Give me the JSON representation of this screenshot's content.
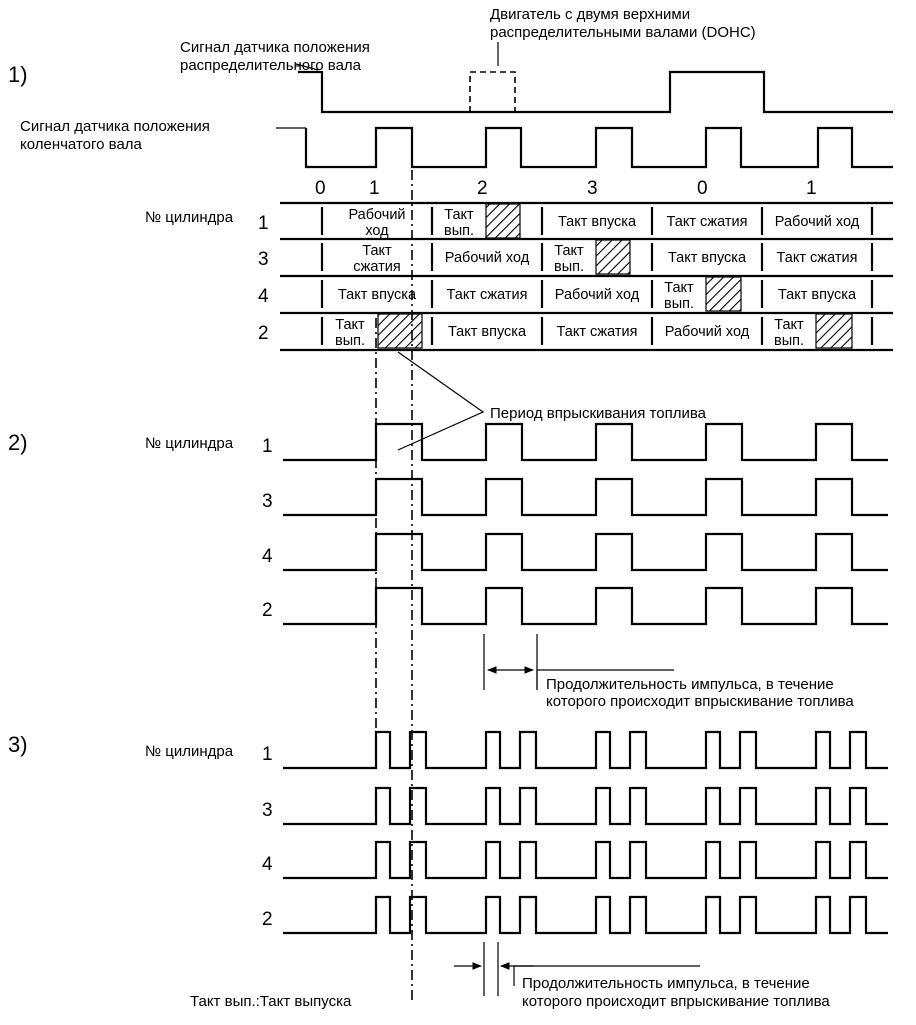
{
  "sections": [
    "1)",
    "2)",
    "3)"
  ],
  "dohc_label": [
    "Двигатель с двумя верхними",
    "распределительными валами (DOHC)"
  ],
  "cam_signal_label": [
    "Сигнал датчика положения",
    "распределительного вала"
  ],
  "crank_signal_label": [
    "Сигнал датчика положения",
    "коленчатого вала"
  ],
  "crank_numbers": [
    "0",
    "1",
    "2",
    "3",
    "0",
    "1"
  ],
  "cylinder_label": "№ цилиндра",
  "cylinders": [
    "1",
    "3",
    "4",
    "2"
  ],
  "table_rows": [
    {
      "cyl": "1",
      "cells": [
        "Рабочий|ход",
        "Такт|вып.",
        "Такт впуска",
        "Такт сжатия",
        "Рабочий ход"
      ]
    },
    {
      "cyl": "3",
      "cells": [
        "Такт|сжатия",
        "Рабочий ход",
        "Такт|вып.",
        "Такт впуска",
        "Такт сжатия"
      ]
    },
    {
      "cyl": "4",
      "cells": [
        "Такт впуска",
        "Такт сжатия",
        "Рабочий ход",
        "Такт|вып.",
        "Такт впуска"
      ]
    },
    {
      "cyl": "2",
      "cells": [
        "Такт|вып.",
        "Такт впуска",
        "Такт сжатия",
        "Рабочий ход",
        "Такт|вып."
      ]
    }
  ],
  "injection_period_label": "Период впрыскивания топлива",
  "pulse_width_label": [
    "Продолжительность импульса, в течение",
    "которого происходит впрыскивание топлива"
  ],
  "footnote": "Такт вып.:Такт выпуска"
}
